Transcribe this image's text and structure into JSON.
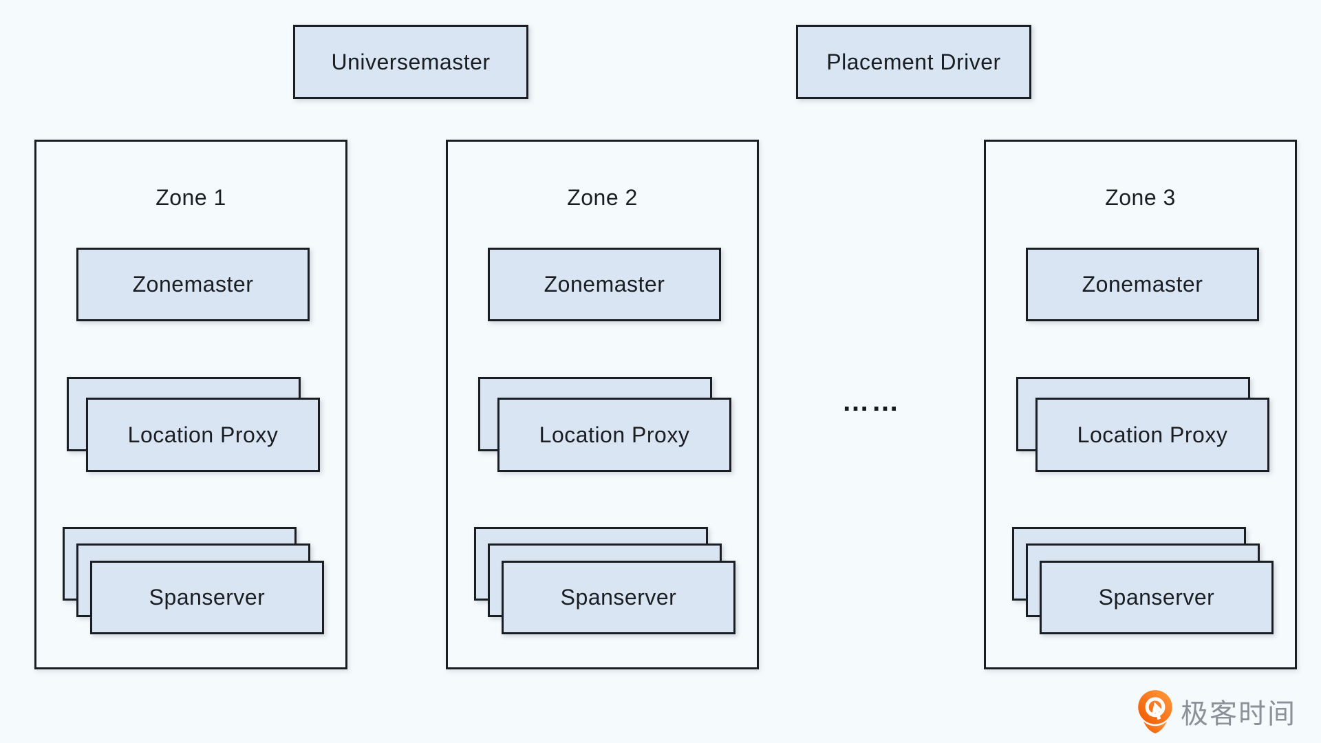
{
  "header": {
    "universemaster_label": "Universemaster",
    "placement_driver_label": "Placement Driver"
  },
  "zones": [
    {
      "title": "Zone 1",
      "zonemaster_label": "Zonemaster",
      "location_proxy_label": "Location Proxy",
      "spanserver_label": "Spanserver"
    },
    {
      "title": "Zone 2",
      "zonemaster_label": "Zonemaster",
      "location_proxy_label": "Location Proxy",
      "spanserver_label": "Spanserver"
    },
    {
      "title": "Zone 3",
      "zonemaster_label": "Zonemaster",
      "location_proxy_label": "Location Proxy",
      "spanserver_label": "Spanserver"
    }
  ],
  "ellipsis": "……",
  "branding": {
    "logo_text": "极客时间",
    "icon": "geektime-pin-icon",
    "icon_color": "#F96300",
    "icon_color_light": "#FF9C3F",
    "text_color": "#8B9199"
  },
  "colors": {
    "canvas_bg": "#F5FAFC",
    "box_fill": "#D9E5F2",
    "box_border": "#1A1D21",
    "text": "#1A1D21"
  }
}
